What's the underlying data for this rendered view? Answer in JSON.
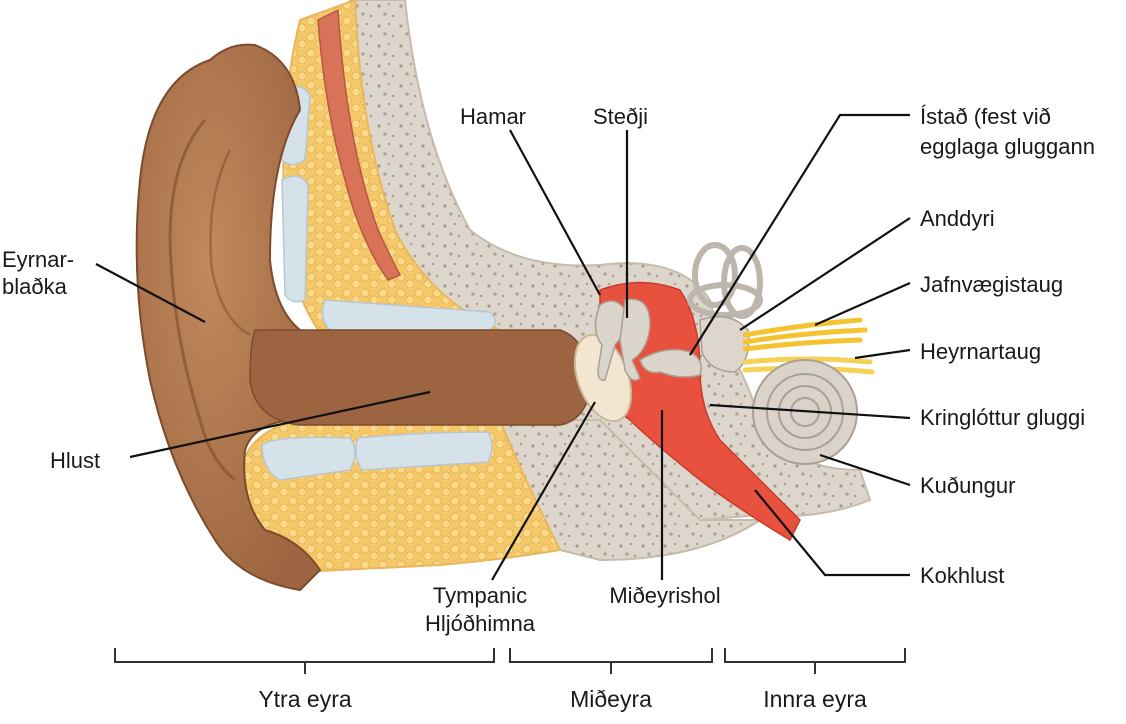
{
  "labels": {
    "eyrnarbladka_1": "Eyrnar-",
    "eyrnarbladka_2": "blaðka",
    "hlust": "Hlust",
    "hamar": "Hamar",
    "stedji": "Steðji",
    "istad_1": "Ístað (fest við",
    "istad_2": "egglaga gluggann",
    "anddyri": "Anddyri",
    "jafnvaegistaug": "Jafnvægistaug",
    "heyrnartaug": "Heyrnartaug",
    "kringlottur": "Kringlóttur gluggi",
    "kudungur": "Kuðungur",
    "kokhlust": "Kokhlust",
    "tympanic": "Tympanic",
    "hljodhimna": "Hljóðhimna",
    "midheyrishol": "Miðeyrishol"
  },
  "sections": {
    "outer": "Ytra eyra",
    "middle": "Miðeyra",
    "inner": "Innra eyra"
  },
  "colors": {
    "skin": "#b3784b",
    "skin_dark": "#8a5634",
    "fat": "#f5c96a",
    "cartilage": "#d6e2ea",
    "bone": "#ddd6cc",
    "muscle": "#d8735a",
    "cavity": "#e9513f",
    "nerve": "#f4c430",
    "leader": "#111111"
  }
}
